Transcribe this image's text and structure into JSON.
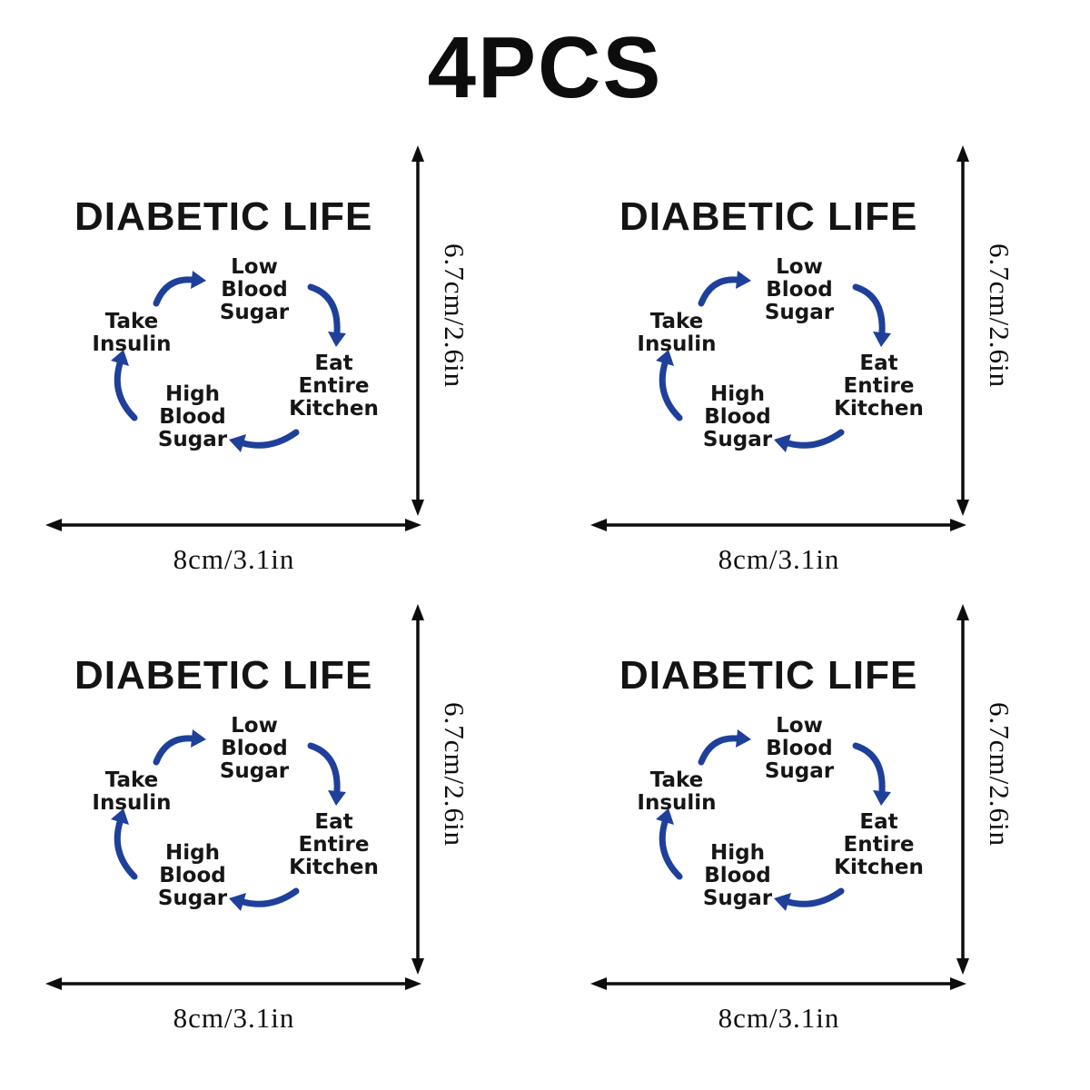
{
  "header": {
    "title": "4PCS"
  },
  "count": 4,
  "sticker": {
    "title": "DIABETIC LIFE",
    "cycle": {
      "low": "Low\nBlood\nSugar",
      "eat": "Eat\nEntire\nKitchen",
      "high": "High\nBlood\nSugar",
      "take": "Take\nInsulin"
    },
    "dimensions": {
      "height_label": "6.7cm/2.6in",
      "width_label": "8cm/3.1in"
    }
  },
  "colors": {
    "arrow_blue": "#1e409a",
    "dimension_black": "#0d0d0d"
  }
}
